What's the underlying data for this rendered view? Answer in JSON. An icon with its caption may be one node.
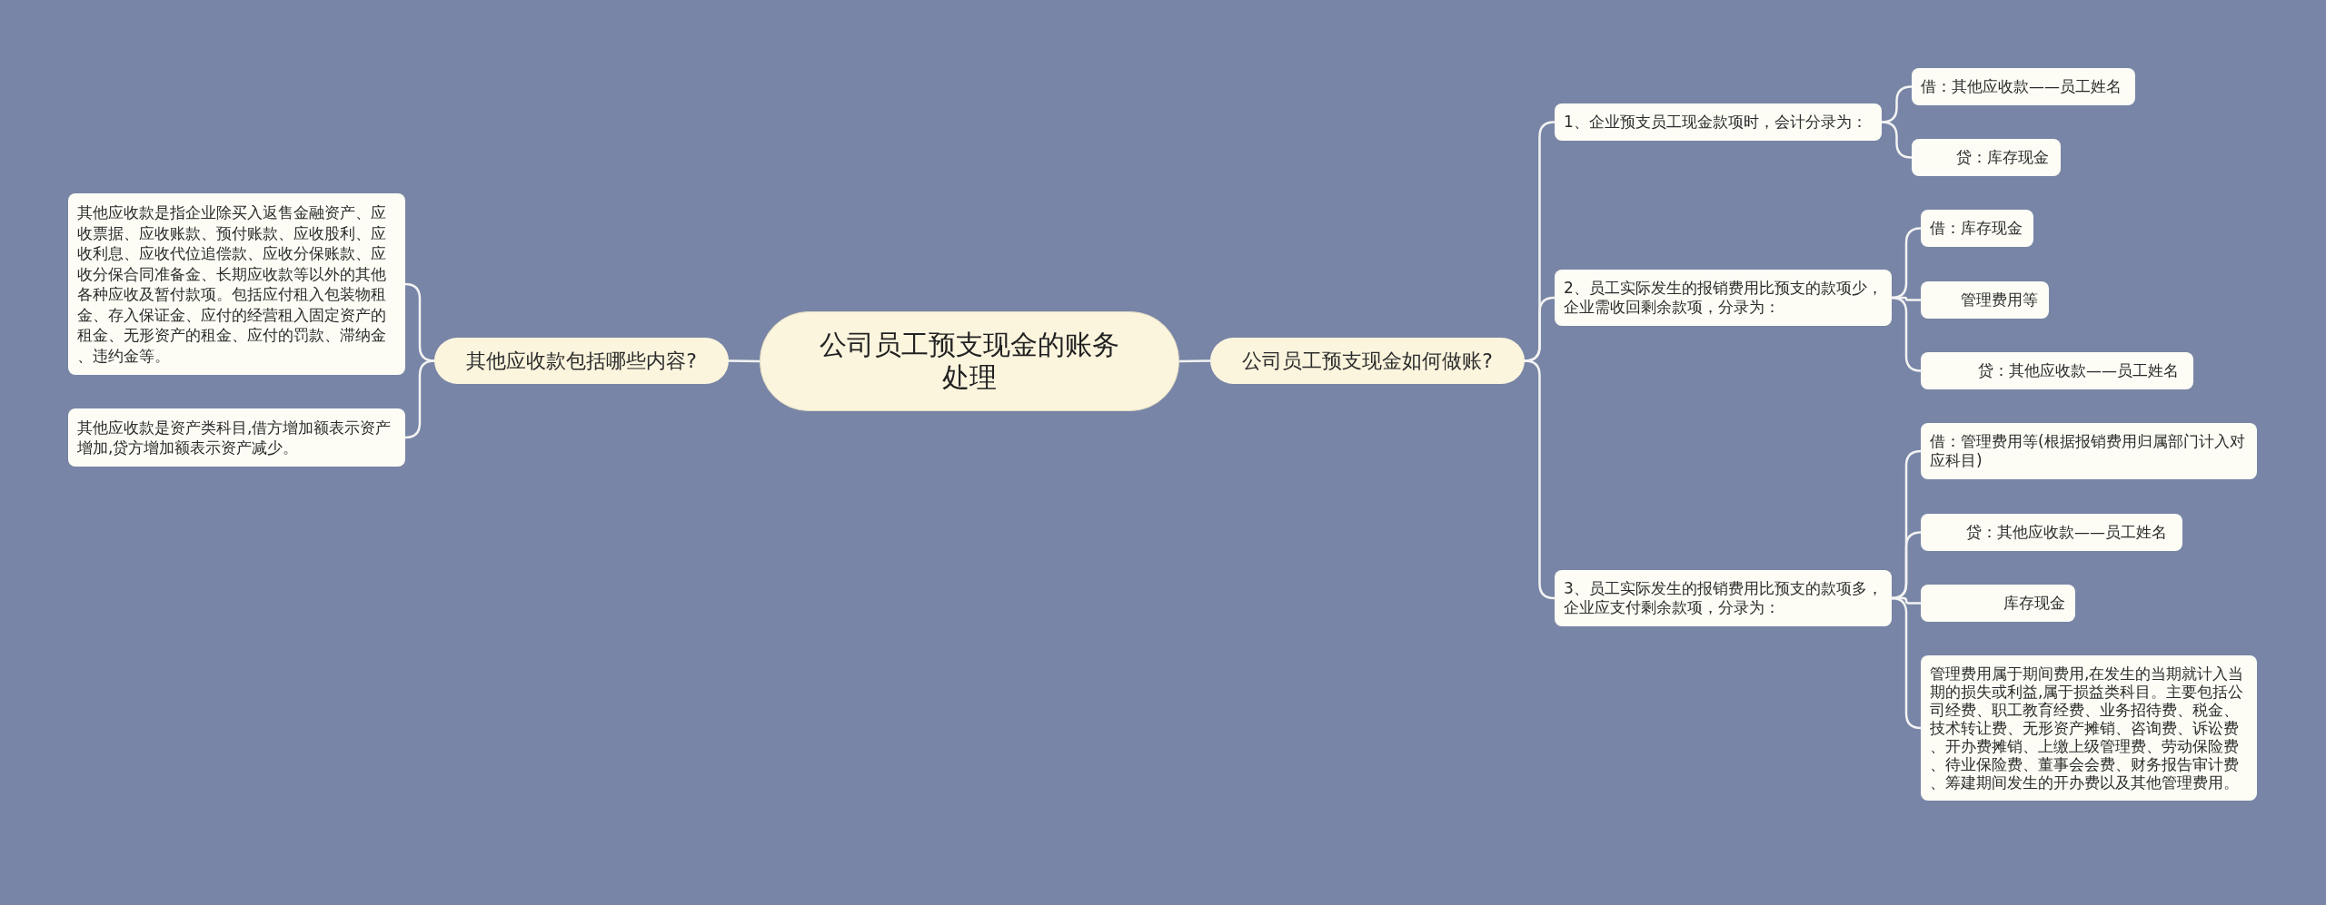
{
  "diagram": {
    "nodes": [
      {
        "text": [
          "公司员工预支现金的账务处理"
        ]
      },
      {
        "text": [
          "其他应收款包括哪些内容?"
        ]
      },
      {
        "text": [
          "其他应收款是指企业除买入返售金融资产、应收票据、应收账款、预付账款、应收股利、应收利息、应收代位追偿款、应收分保账款、应收分保合同准备金、长期应收款等以外的其他各种应收及暂付款项。包括应付租入包装物租金、存入保证金、应付的经营租入固定资产的租金、无形资产的租金、应付的罚款、滞纳金、违约金等。"
        ]
      },
      {
        "text": [
          "其他应收款是资产类科目,借方增加额表示资产增加,贷方增加额表示资产减少。"
        ]
      },
      {
        "text": [
          "公司员工预支现金如何做账?"
        ]
      },
      {
        "text": [
          "1、企业预支员工现金款项时，会计分录为："
        ]
      },
      {
        "text": [
          "借：其他应收款——员工姓名"
        ]
      },
      {
        "text": [
          "贷：库存现金"
        ]
      },
      {
        "text": [
          "2、员工实际发生的报销费用比预支的款项少，企业需收回剩余款项，分录为："
        ]
      },
      {
        "text": [
          "借：库存现金"
        ]
      },
      {
        "text": [
          "管理费用等"
        ]
      },
      {
        "text": [
          "贷：其他应收款——员工姓名"
        ]
      },
      {
        "text": [
          "3、员工实际发生的报销费用比预支的款项多，企业应支付剩余款项，分录为："
        ]
      },
      {
        "text": [
          "借：管理费用等(根据报销费用归属部门计入对应科目)"
        ]
      },
      {
        "text": [
          "贷：其他应收款——员工姓名"
        ]
      },
      {
        "text": [
          "库存现金"
        ]
      },
      {
        "text": [
          "管理费用属于期间费用,在发生的当期就计入当期的损失或利益,属于损益类科目。主要包括公司经费、职工教育经费、业务招待费、税金、技术转让费、无形资产摊销、咨询费、诉讼费、开办费摊销、上缴上级管理费、劳动保险费、待业保险费、董事会会费、财务报告审计费、筹建期间发生的开办费以及其他管理费用。"
        ]
      }
    ],
    "edges": [
      {
        "from": 0,
        "to": 1,
        "arrow": "none"
      },
      {
        "from": 1,
        "to": 2,
        "arrow": "none"
      },
      {
        "from": 1,
        "to": 3,
        "arrow": "none"
      },
      {
        "from": 0,
        "to": 4,
        "arrow": "none"
      },
      {
        "from": 4,
        "to": 5,
        "arrow": "none"
      },
      {
        "from": 4,
        "to": 8,
        "arrow": "none"
      },
      {
        "from": 4,
        "to": 12,
        "arrow": "none"
      },
      {
        "from": 5,
        "to": 6,
        "arrow": "none"
      },
      {
        "from": 5,
        "to": 7,
        "arrow": "none"
      },
      {
        "from": 8,
        "to": 9,
        "arrow": "none"
      },
      {
        "from": 8,
        "to": 10,
        "arrow": "none"
      },
      {
        "from": 8,
        "to": 11,
        "arrow": "none"
      },
      {
        "from": 12,
        "to": 13,
        "arrow": "none"
      },
      {
        "from": 12,
        "to": 14,
        "arrow": "none"
      },
      {
        "from": 12,
        "to": 15,
        "arrow": "none"
      },
      {
        "from": 12,
        "to": 16,
        "arrow": "none"
      }
    ]
  }
}
